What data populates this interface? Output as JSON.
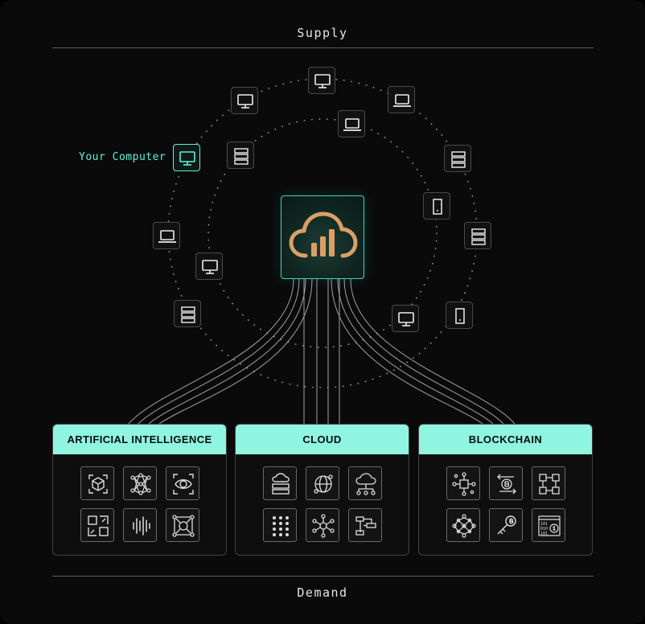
{
  "supply_label": "Supply",
  "demand_label": "Demand",
  "your_computer_label": "Your Computer",
  "hub": {
    "icon": "cloud-chart-icon"
  },
  "nodes": [
    {
      "icon": "monitor-icon"
    },
    {
      "icon": "monitor-icon"
    },
    {
      "icon": "laptop-icon"
    },
    {
      "icon": "laptop-icon"
    },
    {
      "icon": "server-icon"
    },
    {
      "icon": "monitor-icon"
    },
    {
      "icon": "server-icon"
    },
    {
      "icon": "tower-icon"
    },
    {
      "icon": "laptop-icon"
    },
    {
      "icon": "server-icon"
    },
    {
      "icon": "monitor-icon"
    },
    {
      "icon": "server-icon"
    },
    {
      "icon": "monitor-icon"
    },
    {
      "icon": "tower-icon"
    }
  ],
  "categories": [
    {
      "title": "ARTIFICIAL INTELLIGENCE",
      "icons": [
        "3d-cube-scan-icon",
        "neural-network-icon",
        "eye-scan-icon",
        "transfer-icon",
        "voice-wave-icon",
        "network-hub-icon"
      ]
    },
    {
      "title": "CLOUD",
      "icons": [
        "cloud-storage-icon",
        "globe-network-icon",
        "cloud-network-icon",
        "dot-grid-icon",
        "hub-network-icon",
        "flow-diagram-icon"
      ]
    },
    {
      "title": "BLOCKCHAIN",
      "icons": [
        "crypto-node-icon",
        "bitcoin-transfer-icon",
        "block-chain-icon",
        "mesh-network-icon",
        "crypto-key-icon",
        "binary-coin-icon"
      ]
    }
  ],
  "colors": {
    "accent": "#5ff2d7",
    "header": "#8ff5e0",
    "hub_icon": "#d9a066"
  }
}
